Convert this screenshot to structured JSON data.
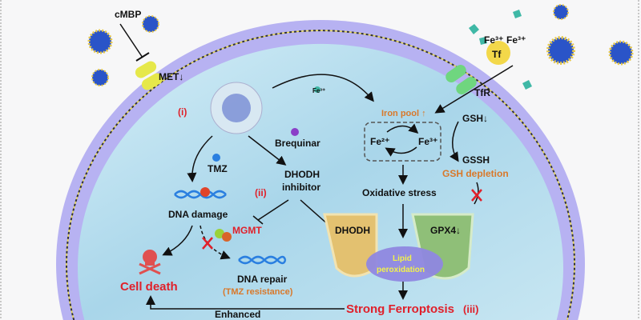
{
  "labels": {
    "cmbp": "cMBP",
    "met": "MET↓",
    "step_i": "(i)",
    "fe3_cyto": "Fe³⁺",
    "brequinar": "Brequinar",
    "tmz": "TMZ",
    "dhodh_inhibitor_1": "DHODH",
    "dhodh_inhibitor_2": "inhibitor",
    "step_ii": "(ii)",
    "dna_damage": "DNA damage",
    "mgmt": "MGMT",
    "cell_death": "Cell death",
    "dna_repair": "DNA repair",
    "tmz_resistance": "(TMZ resistance)",
    "strong_ferroptosis": "Strong Ferroptosis",
    "step_iii": "(iii)",
    "enhanced": "Enhanced",
    "iron_pool": "Iron pool ↑",
    "fe2": "Fe²⁺",
    "fe3": "Fe³⁺",
    "gsh": "GSH↓",
    "gssh": "GSSH",
    "gsh_depletion": "GSH depletion",
    "oxidative_stress": "Oxidative stress",
    "dhodh": "DHODH",
    "gpx4": "GPX4↓",
    "lipid_1": "Lipid",
    "lipid_2": "peroxidation",
    "tf": "Tf",
    "tf_fe3_a": "Fe³⁺",
    "tf_fe3_b": "Fe³⁺",
    "tfr": "TfR"
  },
  "colors": {
    "membrane": "#b7b2f2",
    "cytoplasm": "#bfe3f0",
    "red": "#e0202a",
    "orange": "#d9782a",
    "dhodh": "#e3c170",
    "gpx4": "#8fbf78",
    "receptor": "#6fd67f",
    "met": "#e6e84a"
  }
}
